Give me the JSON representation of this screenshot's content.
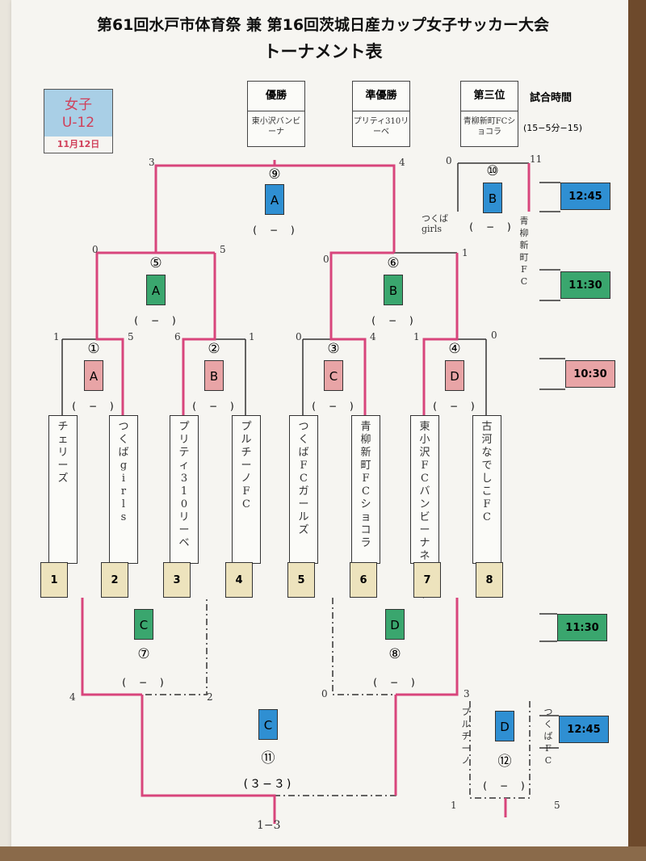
{
  "header": {
    "title": "第61回水戸市体育祭 兼 第16回茨城日産カップ女子サッカー大会",
    "subtitle": "トーナメント表"
  },
  "category": {
    "label": "女子",
    "age": "U-12",
    "date": "11月12日"
  },
  "results": [
    {
      "label": "優勝",
      "team": "東小沢バンビーナ"
    },
    {
      "label": "準優勝",
      "team": "プリティ310リーベ"
    },
    {
      "label": "第三位",
      "team": "青柳新町FCショコラ"
    }
  ],
  "time_header": "試合時間",
  "time_note": "(15−5分−15)",
  "times": [
    "12:45",
    "11:30",
    "10:30",
    "11:30",
    "12:45"
  ],
  "matches": [
    {
      "num": "①",
      "court": "A",
      "score": "(　−　)"
    },
    {
      "num": "②",
      "court": "B",
      "score": "(　−　)"
    },
    {
      "num": "③",
      "court": "C",
      "score": "(　−　)"
    },
    {
      "num": "④",
      "court": "D",
      "score": "(　−　)"
    },
    {
      "num": "⑤",
      "court": "A",
      "score": "(　−　)"
    },
    {
      "num": "⑥",
      "court": "B",
      "score": "(　−　)"
    },
    {
      "num": "⑦",
      "court": "C",
      "score": "(　−　)"
    },
    {
      "num": "⑧",
      "court": "D",
      "score": "(　−　)"
    },
    {
      "num": "⑨",
      "court": "A",
      "score": "(　−　)"
    },
    {
      "num": "⑩",
      "court": "B",
      "score": "(　−　)"
    },
    {
      "num": "⑪",
      "court": "C",
      "score": "(３−３)"
    },
    {
      "num": "⑫",
      "court": "D",
      "score": "(　−　)"
    }
  ],
  "teams": [
    {
      "pos": "1",
      "name": "チェリーズ"
    },
    {
      "pos": "2",
      "name": "つくばgirls"
    },
    {
      "pos": "3",
      "name": "プリティ310リーベ"
    },
    {
      "pos": "4",
      "name": "プルチーノFC"
    },
    {
      "pos": "5",
      "name": "つくばFCガールズ"
    },
    {
      "pos": "6",
      "name": "青柳新町FCショコラ"
    },
    {
      "pos": "7",
      "name": "東小沢FCバンビーナネクスト"
    },
    {
      "pos": "8",
      "name": "古河なでしこFC"
    }
  ],
  "scores_handwritten": {
    "m1": [
      "1",
      "5"
    ],
    "m2": [
      "6",
      "1"
    ],
    "m3": [
      "0",
      "4"
    ],
    "m4": [
      "1",
      "0"
    ],
    "m5": [
      "0",
      "5"
    ],
    "m6": [
      "0",
      "1"
    ],
    "m9": [
      "3",
      "4"
    ],
    "m10": [
      "0",
      "11"
    ],
    "m7": [
      "4",
      "2"
    ],
    "m8": [
      "0",
      "3"
    ],
    "m12": [
      "1",
      "5"
    ],
    "pk": "1−3"
  },
  "side_notes": {
    "m10_left": "つくばgirls",
    "m10_right": "青柳新町FC",
    "m12_left": "プルチーノ",
    "m12_right": "つくばFC"
  },
  "colors": {
    "blue": "#2f8fd2",
    "green": "#3aa66e",
    "pink": "#e8a4a6",
    "red_line": "#d8457c"
  }
}
